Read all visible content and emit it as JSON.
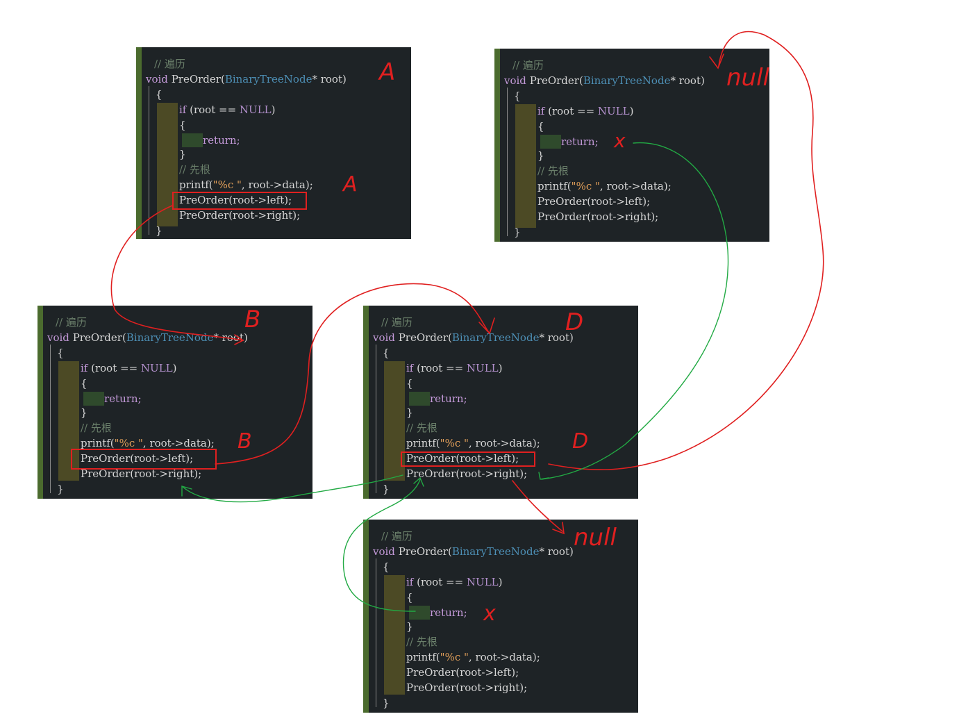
{
  "snippet": {
    "comment_traverse": "// 遍历",
    "signature_void": "void",
    "signature_name": "PreOrder",
    "signature_type": "BinaryTreeNode",
    "signature_rest": "* root)",
    "brace_open": "{",
    "if_kw": "if",
    "if_cond": " (root == ",
    "null_kw": "NULL",
    "if_close": ")",
    "return_stmt": "return;",
    "brace_close": "}",
    "comment_preroot": "// 先根",
    "printf_fn": "printf(",
    "printf_str": "\"%c \"",
    "printf_rest": ", root->data);",
    "call_left": "PreOrder(root->left);",
    "call_right": "PreOrder(root->right);"
  },
  "annotations": {
    "box1_label": "A",
    "box1_printf_label": "A",
    "box2_label": "null",
    "box2_return_mark": "x",
    "box3_label": "B",
    "box3_printf_label": "B",
    "box4_label": "D",
    "box4_printf_label": "D",
    "box5_label": "null",
    "box5_return_mark": "x"
  },
  "colors": {
    "red_arrow": "#e02020",
    "green_arrow": "#22aa44",
    "code_bg": "#1e2326"
  }
}
